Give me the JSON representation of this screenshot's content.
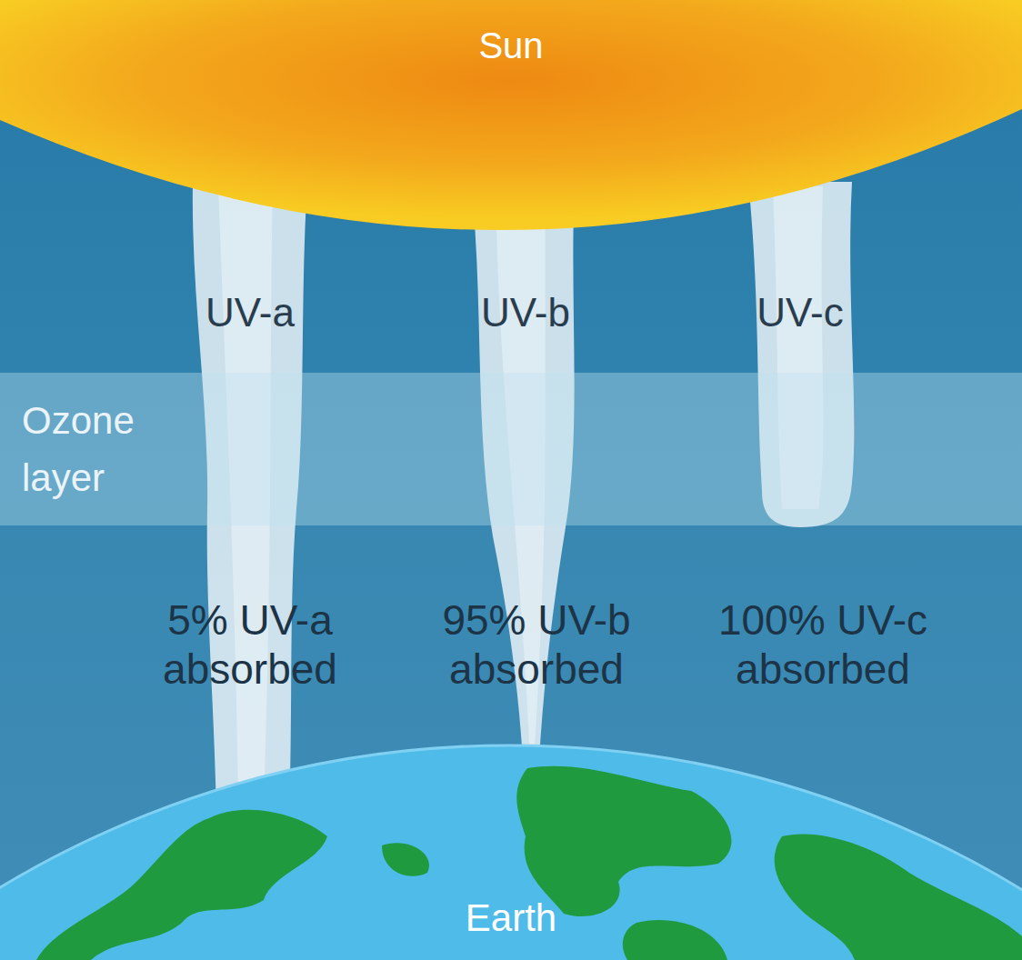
{
  "diagram": {
    "nodes": [
      {
        "text": [
          "Sun"
        ]
      },
      {
        "text": [
          "Ozone layer"
        ]
      },
      {
        "text": [
          "Earth"
        ]
      }
    ],
    "labels": [
      "UV-a",
      "UV-b",
      "UV-c",
      "5% UV-a absorbed",
      "95% UV-b absorbed",
      "100% UV-c absorbed"
    ]
  }
}
